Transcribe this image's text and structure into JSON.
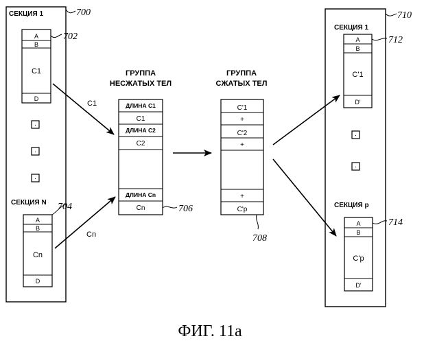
{
  "figure": {
    "caption": "ФИГ. 11а",
    "left_panel": {
      "ref": "700",
      "section1": {
        "title": "СЕКЦИЯ 1",
        "ref": "702",
        "rows": [
          "A",
          "B",
          "C1",
          "D"
        ]
      },
      "sectionN": {
        "title": "СЕКЦИЯ N",
        "ref": "704",
        "rows": [
          "A",
          "B",
          "Cn",
          "D"
        ]
      },
      "dots": [
        "·",
        "·",
        "·"
      ]
    },
    "arrows": {
      "c1": "C1",
      "cn": "Cn"
    },
    "uncompressed": {
      "title1": "ГРУППА",
      "title2": "НЕСЖАТЫХ ТЕЛ",
      "ref": "706",
      "rows": [
        "ДЛИНА C1",
        "C1",
        "ДЛИНА C2",
        "C2",
        "ДЛИНА Cn",
        "Cn"
      ]
    },
    "compressed": {
      "title1": "ГРУППА",
      "title2": "СЖАТЫХ ТЕЛ",
      "ref": "708",
      "rows": [
        "C'1",
        "+",
        "C'2",
        "+",
        "+",
        "C'p"
      ]
    },
    "right_panel": {
      "ref": "710",
      "section1": {
        "title": "СЕКЦИЯ 1",
        "ref": "712",
        "rows": [
          "A",
          "B",
          "C'1",
          "D'"
        ]
      },
      "sectionP": {
        "title": "СЕКЦИЯ p",
        "ref": "714",
        "rows": [
          "A",
          "B",
          "C'p",
          "D'"
        ]
      },
      "dots": [
        "·",
        "·"
      ]
    }
  }
}
